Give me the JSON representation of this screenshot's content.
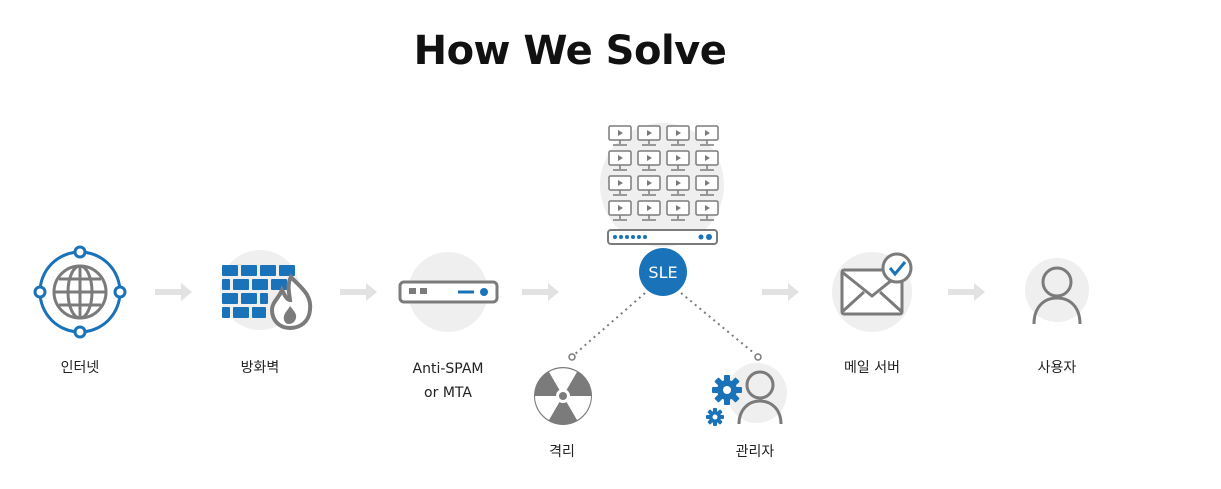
{
  "title": "How We Solve",
  "nodes": {
    "internet": "인터넷",
    "firewall": "방화벽",
    "antispam_line1": "Anti-SPAM",
    "antispam_line2": "or MTA",
    "sle": "SLE",
    "quarantine": "격리",
    "admin": "관리자",
    "mail_server": "메일 서버",
    "user": "사용자"
  },
  "colors": {
    "blue": "#1a73b8",
    "gray": "#7b7b7b",
    "halo": "#efefef",
    "arrow": "#e2e2e2"
  }
}
